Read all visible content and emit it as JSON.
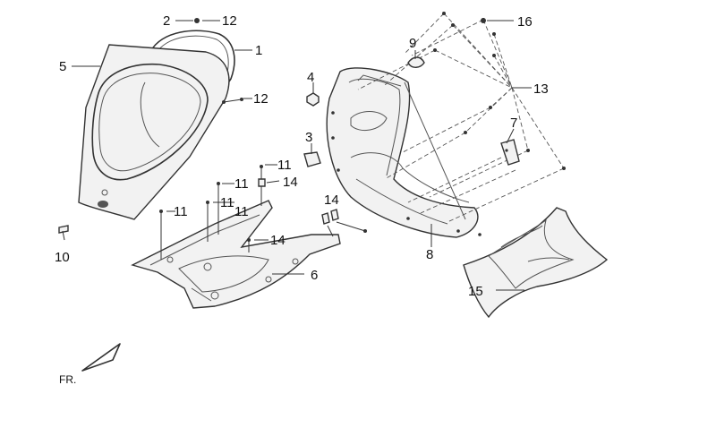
{
  "callouts": [
    "1",
    "2",
    "3",
    "4",
    "5",
    "6",
    "7",
    "8",
    "9",
    "10",
    "11",
    "11",
    "11",
    "11",
    "11",
    "12",
    "12",
    "13",
    "14",
    "14",
    "14",
    "15",
    "16"
  ],
  "direction_label": "FR."
}
